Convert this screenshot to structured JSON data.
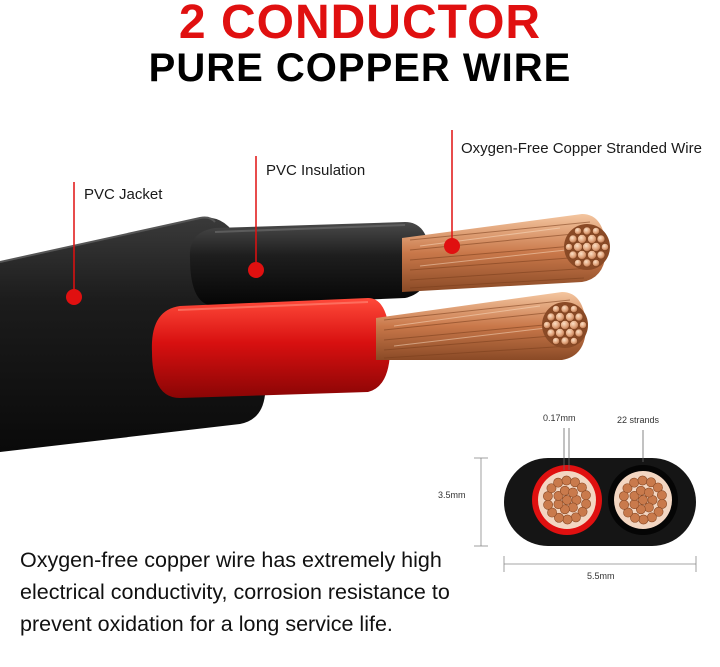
{
  "colors": {
    "accent_red": "#e01010",
    "jacket_black": "#161616",
    "copper": "#d89468"
  },
  "header": {
    "title": "2 CONDUCTOR",
    "subtitle": "PURE COPPER WIRE"
  },
  "callouts": {
    "jacket": "PVC Jacket",
    "insulation": "PVC Insulation",
    "strands": "Oxygen-Free Copper Stranded Wire"
  },
  "cross_section": {
    "strand_diameter": "0.17mm",
    "strand_count": "22 strands",
    "height": "3.5mm",
    "width": "5.5mm"
  },
  "description": "Oxygen-free copper wire has extremely high electrical conductivity, corrosion resistance to prevent oxidation for a long service life."
}
